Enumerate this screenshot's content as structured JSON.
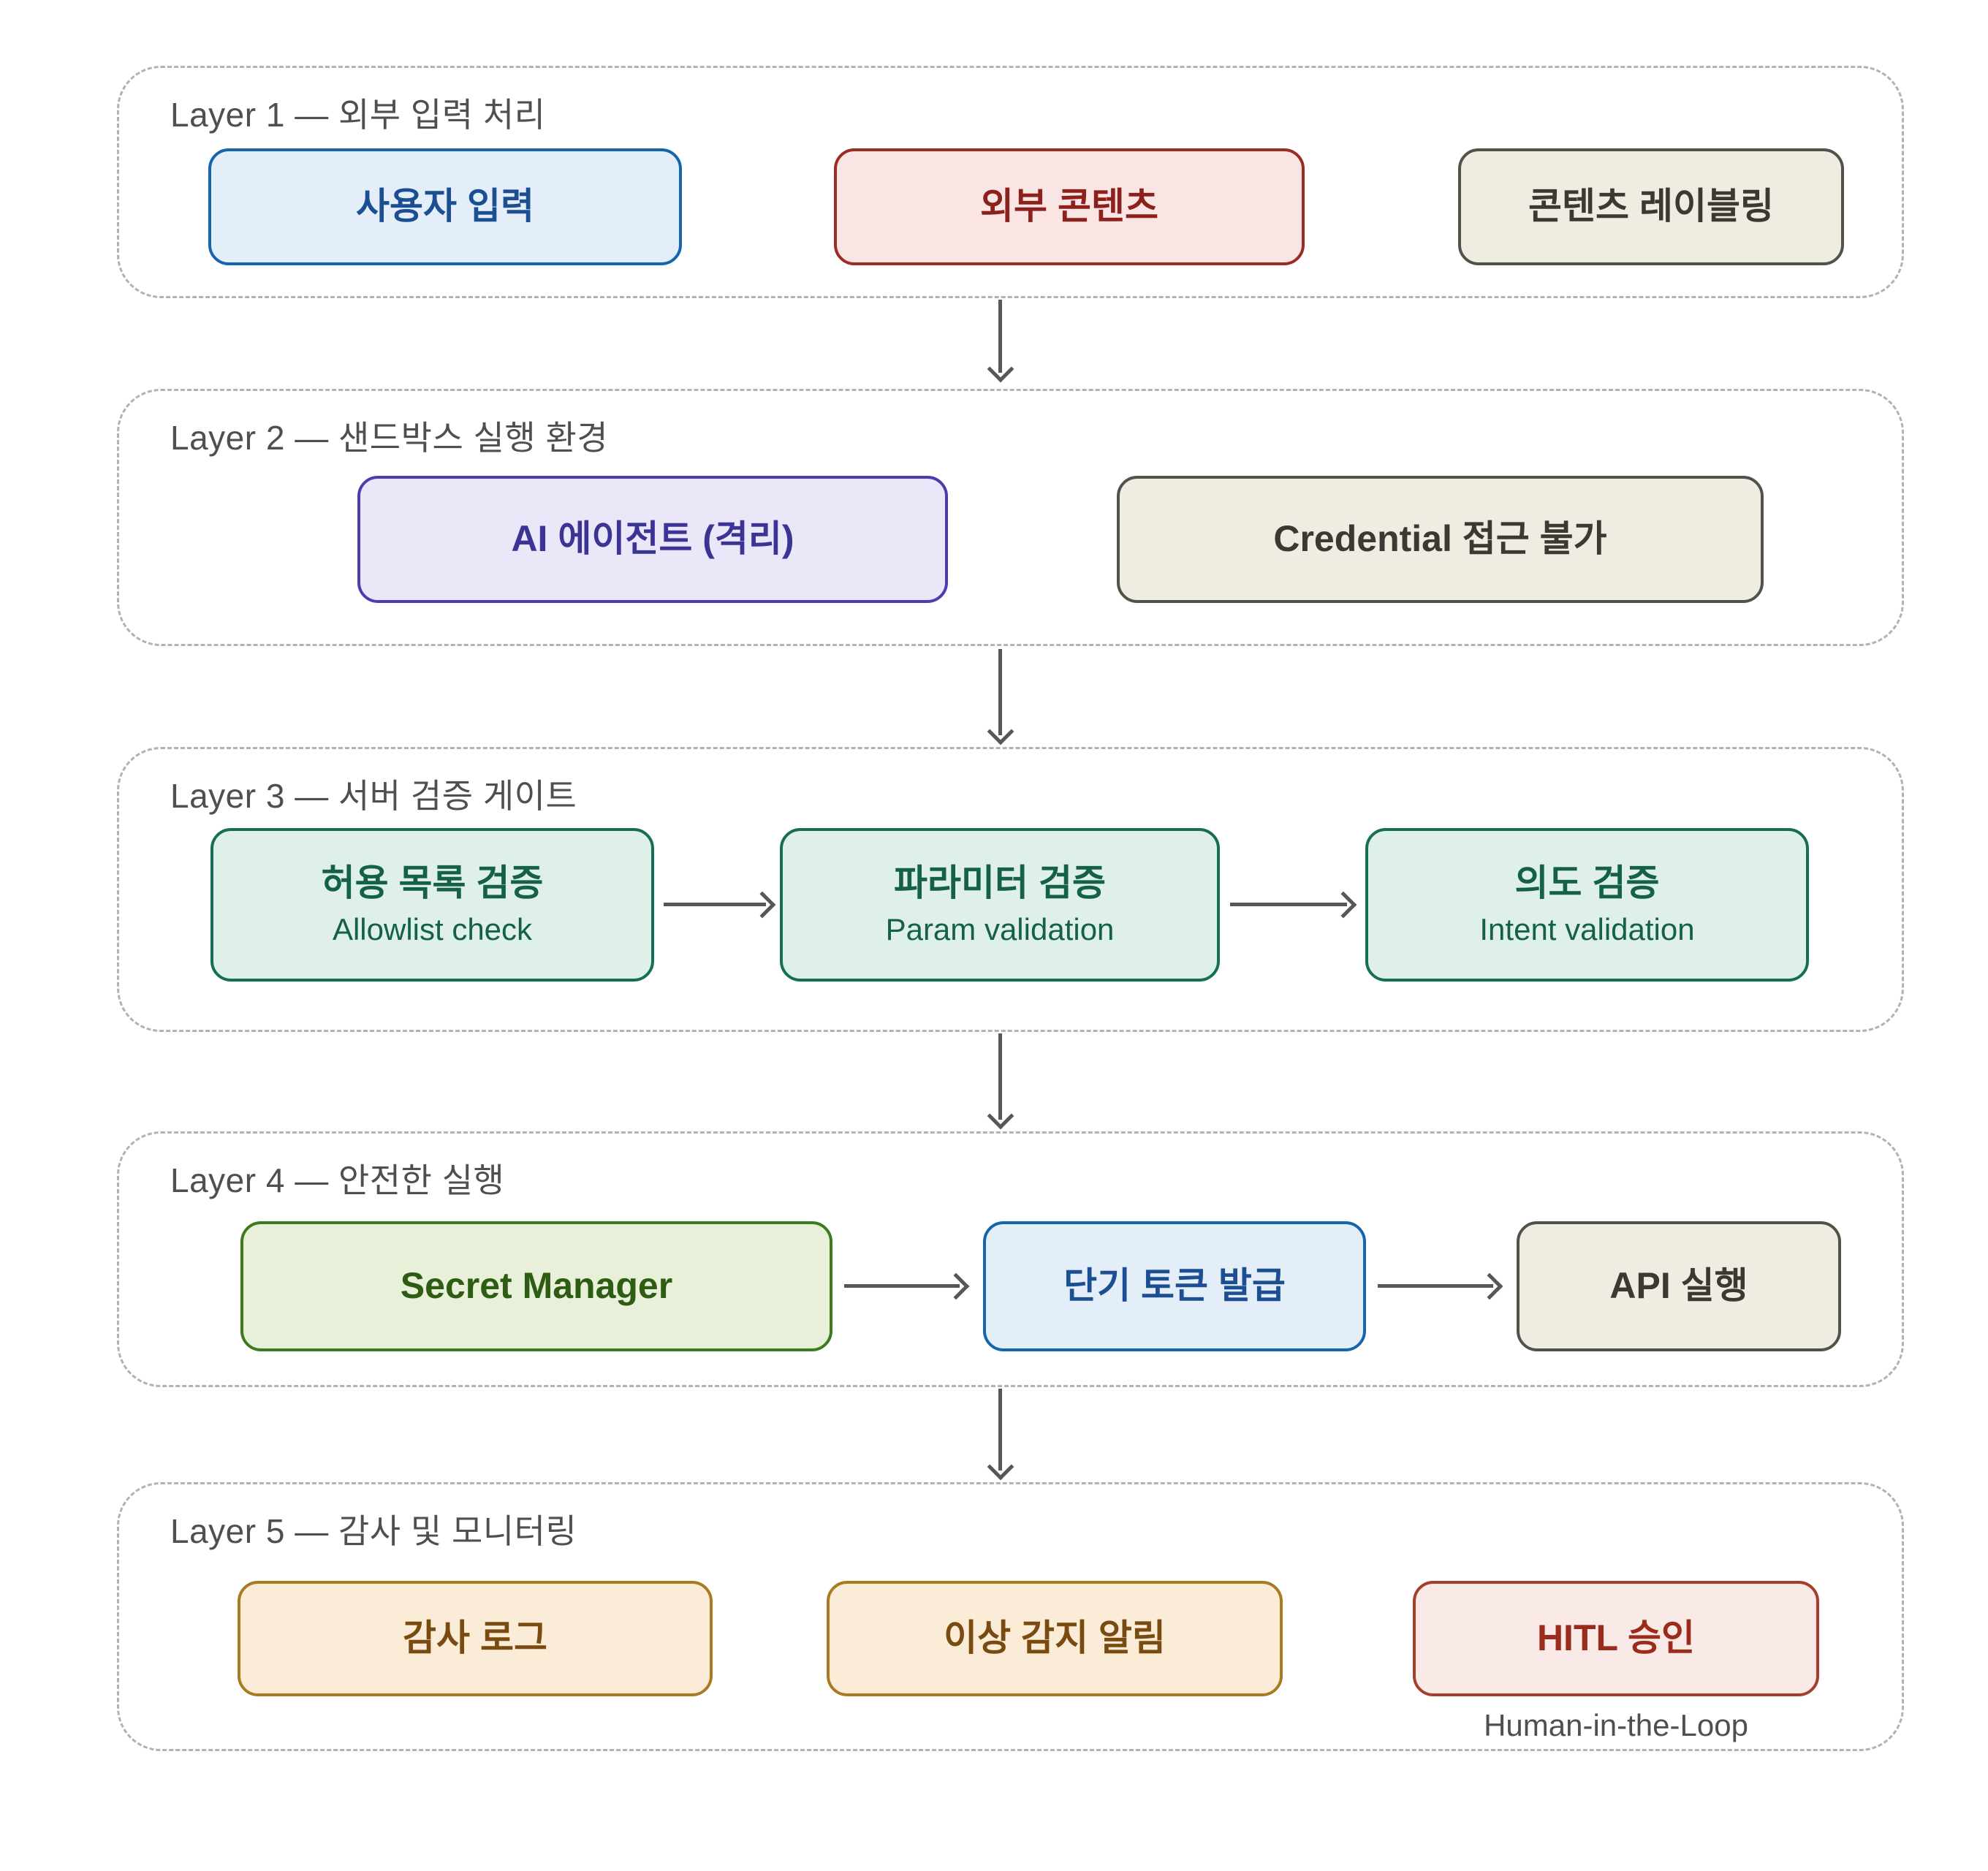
{
  "palette": {
    "blue": {
      "fill": "#e3eef9",
      "border": "#1565ae",
      "text": "#1b4f91"
    },
    "red": {
      "fill": "#f9e5e4",
      "border": "#9c2b24",
      "text": "#8c201c"
    },
    "neutral": {
      "fill": "#efece2",
      "border": "#52514a",
      "text": "#3a3933"
    },
    "purple": {
      "fill": "#e9e7f8",
      "border": "#4b3db0",
      "text": "#3c3494"
    },
    "teal": {
      "fill": "#def0e7",
      "border": "#156f56",
      "text": "#14604a"
    },
    "green": {
      "fill": "#e8f0da",
      "border": "#3f7a1e",
      "text": "#2d5c12"
    },
    "orange": {
      "fill": "#faecd6",
      "border": "#aa7a20",
      "text": "#7a4b10"
    },
    "hitl": {
      "fill": "#f9eae7",
      "border": "#a53f2b",
      "text": "#992c1b"
    },
    "arrow": "#575757",
    "layer_border": "#b5b2ac",
    "layer_title": "#4f4f4f",
    "caption": "#4f4f4f"
  },
  "layers": [
    {
      "title": "Layer 1 — 외부 입력 처리",
      "nodes": [
        {
          "label": "사용자 입력"
        },
        {
          "label": "외부 콘텐츠"
        },
        {
          "label": "콘텐츠 레이블링"
        }
      ]
    },
    {
      "title": "Layer 2 — 샌드박스 실행 환경",
      "nodes": [
        {
          "label": "AI 에이전트 (격리)"
        },
        {
          "label": "Credential 접근 불가"
        }
      ]
    },
    {
      "title": "Layer 3 — 서버 검증 게이트",
      "nodes": [
        {
          "label": "허용 목록 검증",
          "sublabel": "Allowlist check"
        },
        {
          "label": "파라미터 검증",
          "sublabel": "Param validation"
        },
        {
          "label": "의도 검증",
          "sublabel": "Intent validation"
        }
      ]
    },
    {
      "title": "Layer 4 — 안전한 실행",
      "nodes": [
        {
          "label": "Secret Manager"
        },
        {
          "label": "단기 토큰 발급"
        },
        {
          "label": "API 실행"
        }
      ]
    },
    {
      "title": "Layer 5 — 감사 및 모니터링",
      "nodes": [
        {
          "label": "감사 로그"
        },
        {
          "label": "이상 감지 알림"
        },
        {
          "label": "HITL 승인"
        }
      ],
      "caption": "Human-in-the-Loop"
    }
  ]
}
